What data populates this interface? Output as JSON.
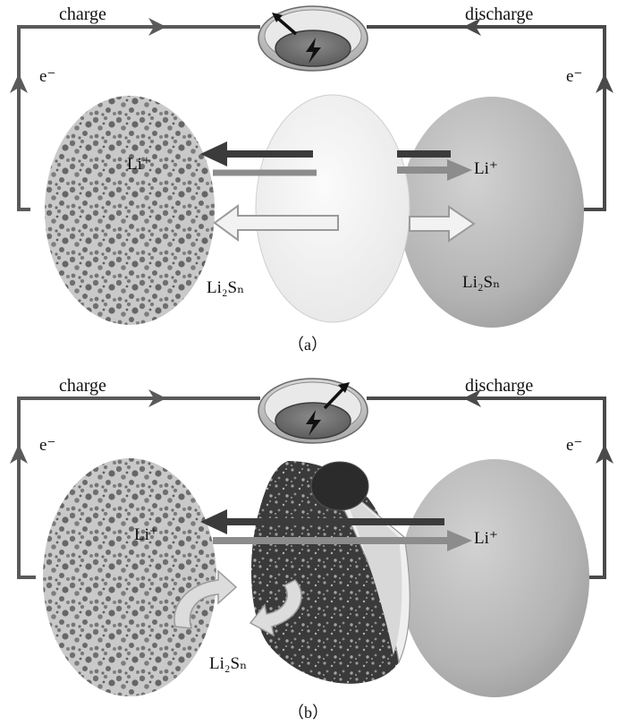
{
  "panels": [
    {
      "caption": "（a）",
      "left_label": "charge",
      "right_label": "discharge",
      "left_electron": "e⁻",
      "right_electron": "e⁻",
      "left_ion": "Li⁺",
      "right_ion": "Li⁺",
      "left_polysulfide": "Li₂Sₙ",
      "right_polysulfide": "Li₂Sₙ"
    },
    {
      "caption": "（b）",
      "left_label": "charge",
      "right_label": "discharge",
      "left_electron": "e⁻",
      "right_electron": "e⁻",
      "left_ion": "Li⁺",
      "right_ion": "Li⁺",
      "polysulfide": "Li₂Sₙ"
    }
  ],
  "icons": [
    "battery-gauge-icon",
    "lightning-bolt-icon"
  ],
  "colors": {
    "wire": "#5a5a5a",
    "disc_gray": "#b9b9b9",
    "separator": "#f0f0f0",
    "interlayer": "#2e2e2e"
  }
}
